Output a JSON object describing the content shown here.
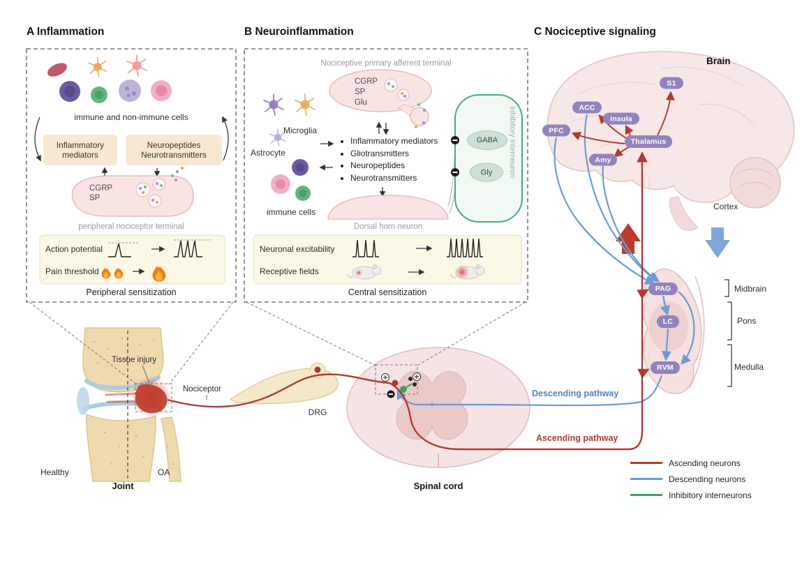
{
  "panelA": {
    "title": "A Inflammation",
    "cells_label": "immune and non-immune cells",
    "mediators_box": "Inflammatory mediators",
    "neuro_box_line1": "Neuropeptides",
    "neuro_box_line2": "Neurotransmitters",
    "cgrp": "CGRP",
    "sp": "SP",
    "terminal_label": "peripheral nociceptor terminal",
    "action_potential": "Action potential",
    "pain_threshold": "Pain threshold",
    "caption": "Peripheral sensitization"
  },
  "panelB": {
    "title": "B Neuroinflammation",
    "afferent_label": "Nociceptive primary afferent terminal",
    "cgrp": "CGRP",
    "sp": "SP",
    "glu": "Glu",
    "microglia_label": "Microglia",
    "astrocyte_label": "Astrocyte",
    "bullets": [
      "Inflammatory mediators",
      "Gliotransmitters",
      "Neuropeptides",
      "Neurotransmitters"
    ],
    "immune_cells_label": "immune cells",
    "gaba": "GABA",
    "gly": "Gly",
    "interneuron_label": "Inhibitory interneuron",
    "dorsal_label": "Dorsal horn neuron",
    "excitability_label": "Neuronal excitability",
    "receptive_label": "Receptive fields",
    "caption": "Central sensitization"
  },
  "panelC": {
    "title": "C Nociceptive signaling",
    "brain_label": "Brain",
    "cortex_label": "Cortex",
    "nodes": {
      "s1": "S1",
      "acc": "ACC",
      "insula": "Insula",
      "pfc": "PFC",
      "thalamus": "Thalamus",
      "amy": "Amy",
      "pag": "PAG",
      "lc": "LC",
      "rvm": "RVM"
    },
    "regions": {
      "midbrain": "Midbrain",
      "pons": "Pons",
      "medulla": "Medulla"
    }
  },
  "bottom": {
    "tissue_injury": "Tissue injury",
    "nociceptor": "Nociceptor",
    "healthy": "Healthy",
    "oa": "OA",
    "joint": "Joint",
    "drg": "DRG",
    "spinal_cord": "Spinal cord",
    "descending_pathway": "Descending pathway",
    "ascending_pathway": "Ascending pathway"
  },
  "legend": {
    "items": [
      {
        "label": "Ascending neurons",
        "color": "#b13a30"
      },
      {
        "label": "Descending neurons",
        "color": "#6b9bd2"
      },
      {
        "label": "Inhibitory interneurons",
        "color": "#3aa35c"
      }
    ]
  },
  "colors": {
    "ascending_red": "#b13a30",
    "descending_blue": "#6b9bd2",
    "inhibitory_green": "#3aa35c",
    "node_purple": "#9184bd",
    "mediator_beige": "#f8e8d2",
    "sensitization_yellow": "#fcf8e6",
    "tissue_pink": "#f9e4e4"
  }
}
